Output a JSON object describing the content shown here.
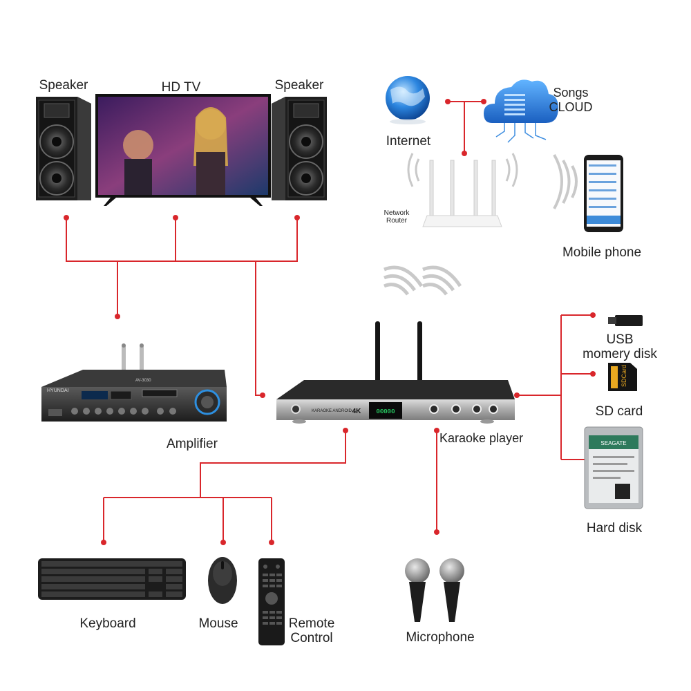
{
  "labels": {
    "speaker_left": "Speaker",
    "hd_tv": "HD TV",
    "speaker_right": "Speaker",
    "internet": "Internet",
    "songs_cloud_line1": "Songs",
    "songs_cloud_line2": "CLOUD",
    "network_router_line1": "Network",
    "network_router_line2": "Router",
    "mobile_phone": "Mobile phone",
    "usb_line1": "USB",
    "usb_line2": "momery disk",
    "sd_card": "SD card",
    "hard_disk": "Hard disk",
    "amplifier": "Amplifier",
    "karaoke_player": "Karaoke player",
    "keyboard": "Keyboard",
    "mouse": "Mouse",
    "remote_line1": "Remote",
    "remote_line2": "Control",
    "microphone": "Microphone"
  },
  "device_text": {
    "amp_brand": "HYUNDAI",
    "amp_model": "AV-3030",
    "player_badge": "KARAOKE ANDROID",
    "player_resolution": "4K",
    "player_display": "00000",
    "sd_text": "SDCard",
    "hdd_brand": "SEAGATE"
  },
  "colors": {
    "connector": "#d9262b",
    "wifi": "#c9c9c9",
    "cloud": "#2a7fd4",
    "globe": "#1d6fd1"
  }
}
